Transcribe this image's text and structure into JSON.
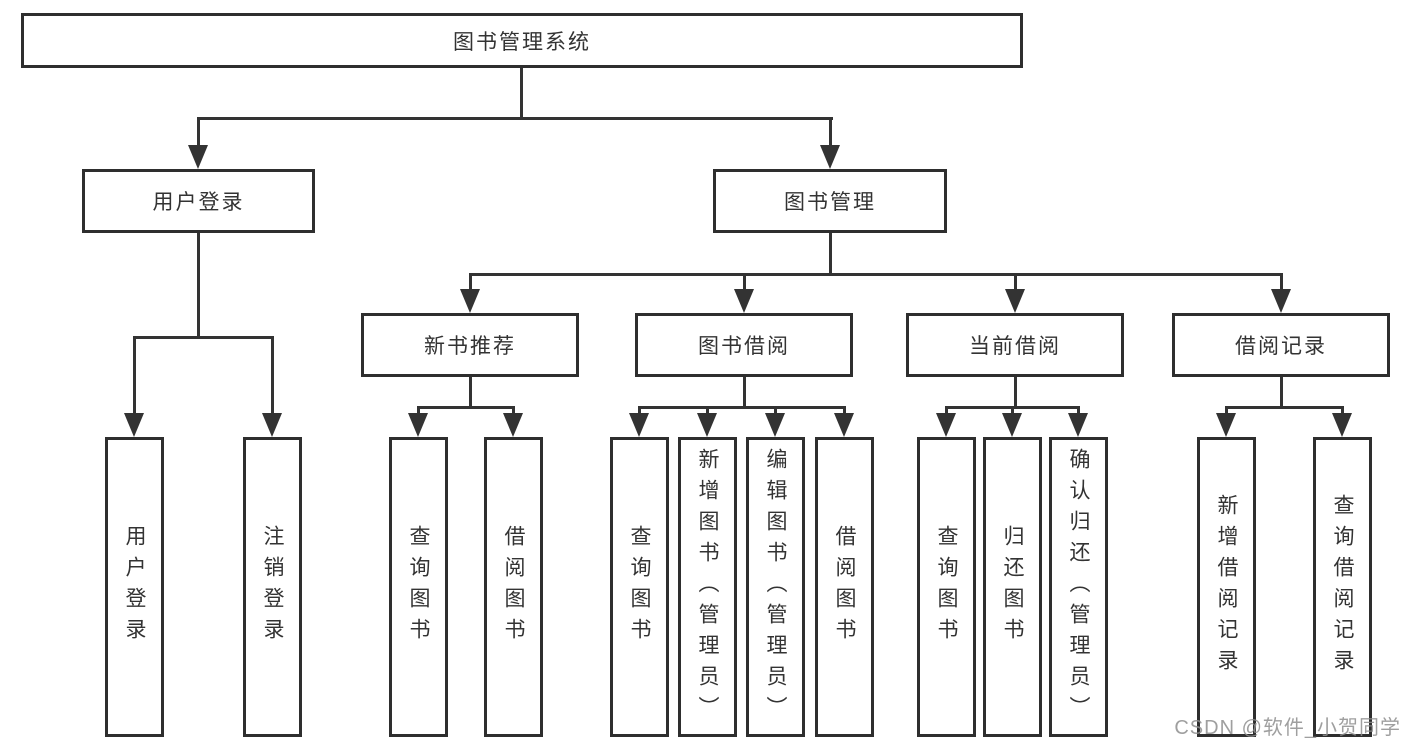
{
  "title": "图书管理系统",
  "colors": {
    "line": "#333333",
    "box_border": "#2e2e2e",
    "box_bg": "#ffffff",
    "text": "#333333",
    "watermark": "#8f8f8f"
  },
  "watermark": {
    "text": "CSDN @软件_小贺同学"
  },
  "tree": {
    "root": "图书管理系统",
    "children": [
      {
        "label": "用户登录",
        "children": [
          "用户登录",
          "注销登录"
        ]
      },
      {
        "label": "图书管理",
        "children": [
          {
            "label": "新书推荐",
            "children": [
              "查询图书",
              "借阅图书"
            ]
          },
          {
            "label": "图书借阅",
            "children": [
              "查询图书",
              "新增图书（管理员）",
              "编辑图书（管理员）",
              "借阅图书"
            ]
          },
          {
            "label": "当前借阅",
            "children": [
              "查询图书",
              "归还图书",
              "确认归还（管理员）"
            ]
          },
          {
            "label": "借阅记录",
            "children": [
              "新增借阅记录",
              "查询借阅记录"
            ]
          }
        ]
      }
    ]
  }
}
